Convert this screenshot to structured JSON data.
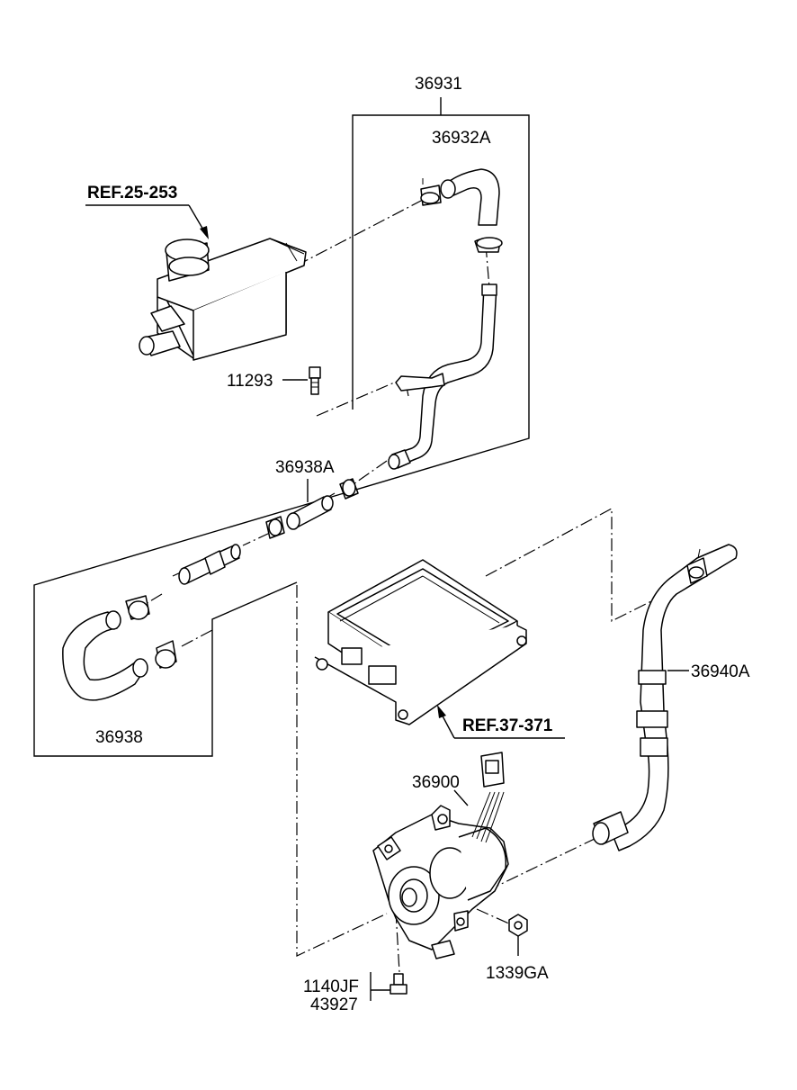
{
  "labels": {
    "assembly": "36931",
    "upper_hose": "36932A",
    "reservoir_ref": "REF.25-253",
    "bolt": "11293",
    "middle_hose": "36938A",
    "lower_hose": "36938",
    "inverter_ref": "REF.37-371",
    "return_hose": "36940A",
    "pump": "36900",
    "nut": "1339GA",
    "pump_bolt_a": "1140JF",
    "pump_bolt_b": "43927"
  }
}
